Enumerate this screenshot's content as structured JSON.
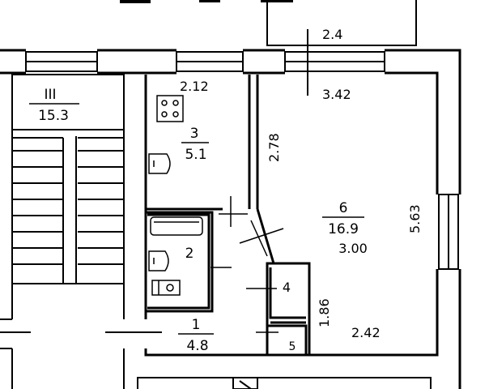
{
  "rooms": [
    {
      "id": "III",
      "area": "15.3"
    },
    {
      "id": "3",
      "area": "5.1"
    },
    {
      "id": "2"
    },
    {
      "id": "6",
      "area": "16.9",
      "height": "3.00"
    },
    {
      "id": "4"
    },
    {
      "id": "1",
      "area": "4.8"
    },
    {
      "id": "5"
    }
  ],
  "dimensions": {
    "d_top_left": "2.12",
    "d_balcony": "2.4",
    "d_room6_top": "3.42",
    "d_room3_side": "2.78",
    "d_room6_side": "5.63",
    "d_closet_side": "1.86",
    "d_room6_bottom": "2.42"
  },
  "colors": {
    "ink": "#000000",
    "paper": "#ffffff"
  }
}
